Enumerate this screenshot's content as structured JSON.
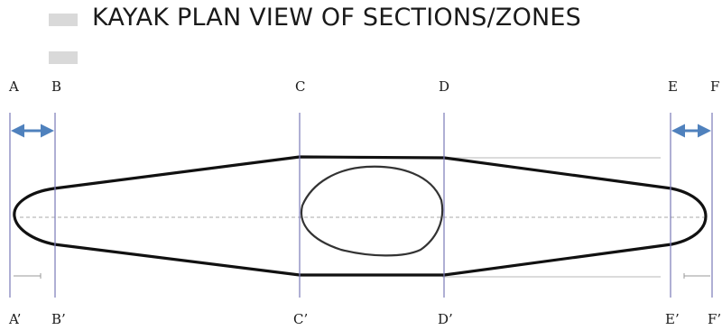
{
  "title": "KAYAK PLAN VIEW OF SECTIONS/ZONES",
  "section_labels_top": [
    "A",
    "B",
    "C",
    "D",
    "E",
    "F"
  ],
  "section_labels_bottom": [
    "A’",
    "B’",
    "C’",
    "D’",
    "E’",
    "F’"
  ],
  "colors": {
    "hull_outline": "#111111",
    "section_line": "#7a7ab8",
    "arrow": "#4f81bd",
    "centerline": "#bbbbbb",
    "bullet": "#d9d9d9"
  },
  "icons": [
    "double-arrow-icon"
  ]
}
